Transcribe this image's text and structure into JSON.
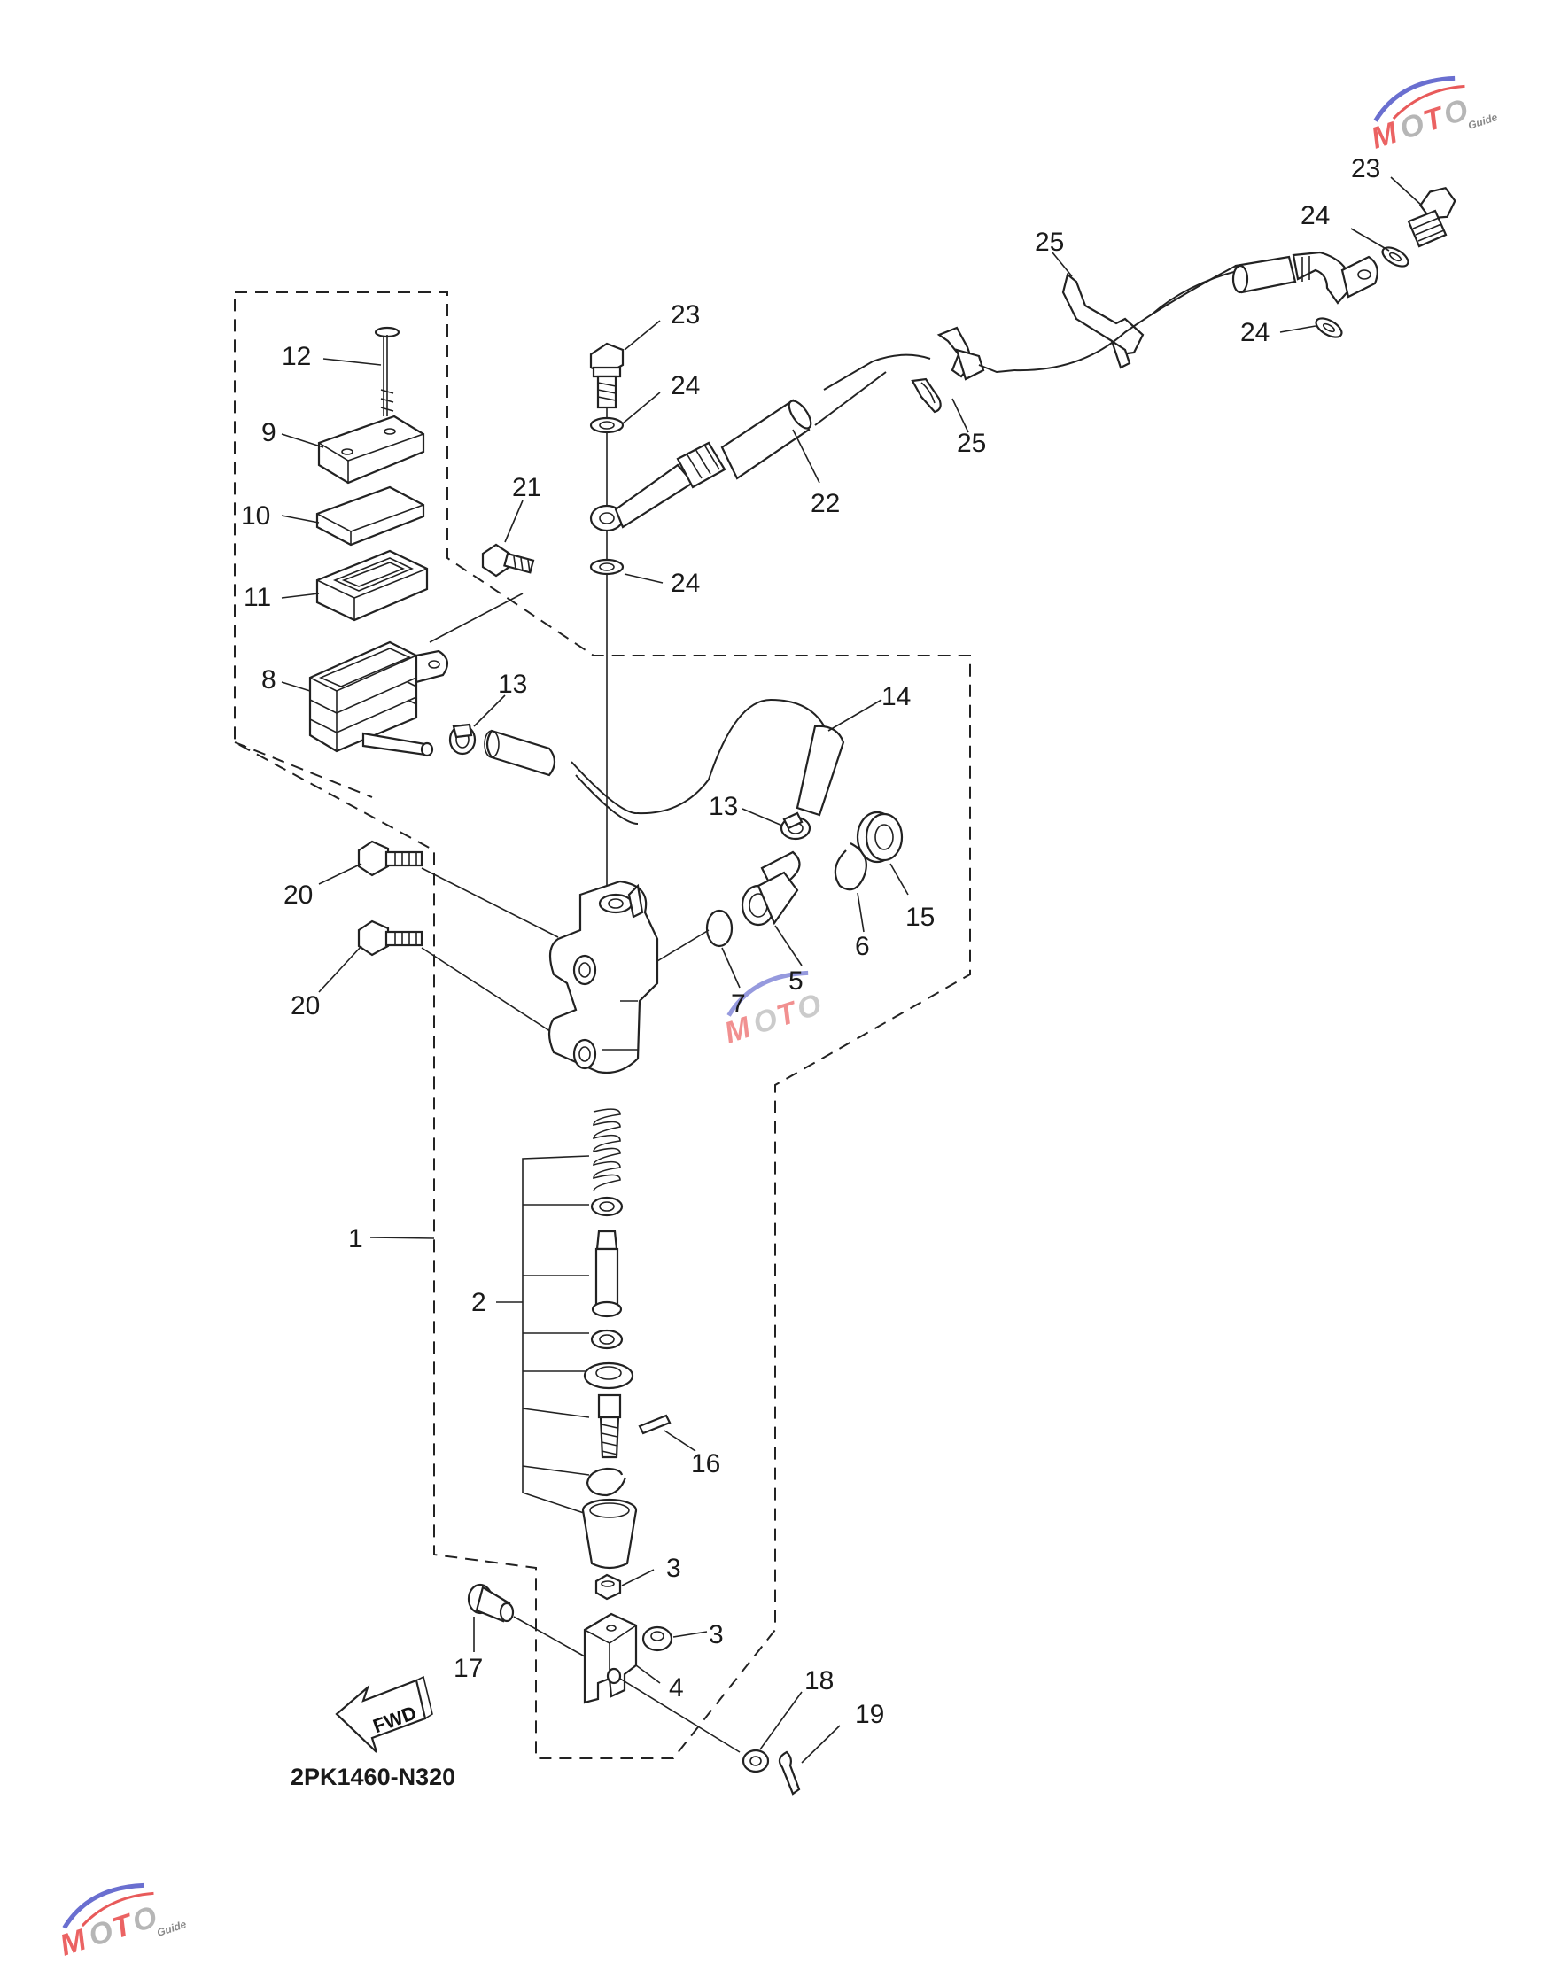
{
  "diagram": {
    "code": "2PK1460-N320",
    "fwd_label": "FWD",
    "labels": {
      "p1": "1",
      "p2": "2",
      "p3a": "3",
      "p3b": "3",
      "p4": "4",
      "p5": "5",
      "p6": "6",
      "p7": "7",
      "p8": "8",
      "p9": "9",
      "p10": "10",
      "p11": "11",
      "p12": "12",
      "p13a": "13",
      "p13b": "13",
      "p14": "14",
      "p15": "15",
      "p16": "16",
      "p17": "17",
      "p18": "18",
      "p19": "19",
      "p20a": "20",
      "p20b": "20",
      "p21": "21",
      "p22": "22",
      "p23a": "23",
      "p23b": "23",
      "p24a": "24",
      "p24b": "24",
      "p24c": "24",
      "p24d": "24",
      "p25a": "25",
      "p25b": "25"
    },
    "watermark": {
      "word": "MOTO",
      "sub": "Guide"
    }
  }
}
